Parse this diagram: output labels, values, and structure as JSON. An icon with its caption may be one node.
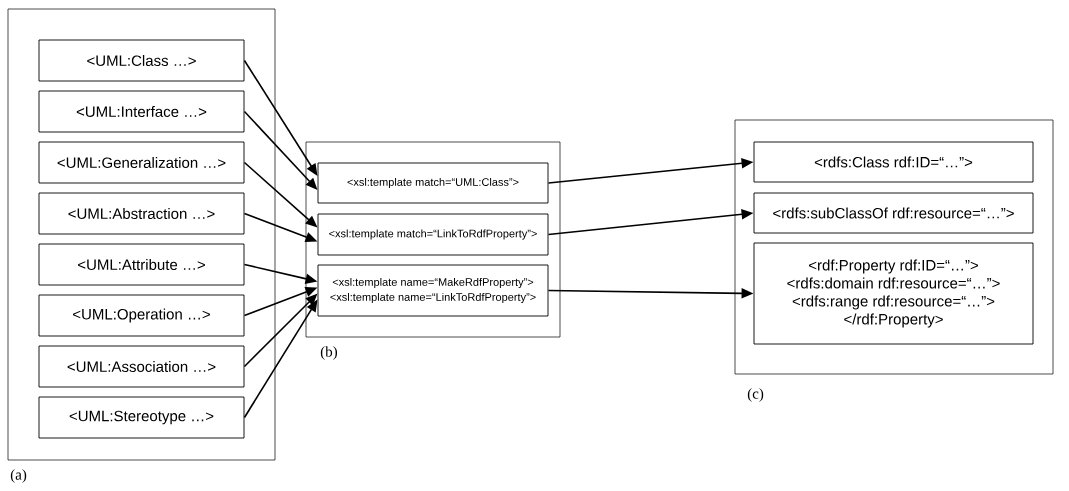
{
  "diagram": {
    "nodes": [
      {
        "text": [],
        "shape": "box",
        "beside": [
          "(a)"
        ]
      },
      {
        "text": [
          "<UML:Class …>"
        ],
        "in": 0
      },
      {
        "text": [
          "<UML:Interface …>"
        ],
        "in": 0
      },
      {
        "text": [
          "<UML:Generalization …>"
        ],
        "in": 0
      },
      {
        "text": [
          "<UML:Abstraction …>"
        ],
        "in": 0
      },
      {
        "text": [
          "<UML:Attribute …>"
        ],
        "in": 0
      },
      {
        "text": [
          "<UML:Operation …>"
        ],
        "in": 0
      },
      {
        "text": [
          "<UML:Association …>"
        ],
        "in": 0
      },
      {
        "text": [
          "<UML:Stereotype …>"
        ],
        "in": 0
      },
      {
        "text": [],
        "shape": "box",
        "beside": [
          "(b)"
        ]
      },
      {
        "text": [
          "<xsl:template match=“UML:Class”>"
        ],
        "in": 9
      },
      {
        "text": [
          "<xsl:template match=“LinkToRdfProperty”>"
        ],
        "in": 9
      },
      {
        "text": [
          "<xsl:template name=“MakeRdfProperty”>",
          "<xsl:template name=“LinkToRdfProperty”>"
        ],
        "in": 9
      },
      {
        "text": [],
        "shape": "box",
        "beside": [
          "(c)"
        ]
      },
      {
        "text": [
          "<rdfs:Class rdf:ID=“…”>"
        ],
        "in": 13
      },
      {
        "text": [
          "<rdfs:subClassOf rdf:resource=“…”>"
        ],
        "in": 13
      },
      {
        "text": [
          "<rdf:Property rdf:ID=“…”>",
          "<rdfs:domain rdf:resource=“…”>",
          "<rdfs:range rdf:resource=“…”>",
          "</rdf:Property>"
        ],
        "in": 13
      }
    ],
    "edges": [
      {
        "from": 1,
        "to": 10,
        "arrow": "to"
      },
      {
        "from": 2,
        "to": 10,
        "arrow": "to"
      },
      {
        "from": 3,
        "to": 11,
        "arrow": "to"
      },
      {
        "from": 4,
        "to": 11,
        "arrow": "to"
      },
      {
        "from": 5,
        "to": 12,
        "arrow": "to"
      },
      {
        "from": 6,
        "to": 12,
        "arrow": "to"
      },
      {
        "from": 7,
        "to": 12,
        "arrow": "to"
      },
      {
        "from": 8,
        "to": 12,
        "arrow": "to"
      },
      {
        "from": 10,
        "to": 14,
        "arrow": "to"
      },
      {
        "from": 11,
        "to": 15,
        "arrow": "to"
      },
      {
        "from": 12,
        "to": 16,
        "arrow": "to"
      }
    ]
  }
}
